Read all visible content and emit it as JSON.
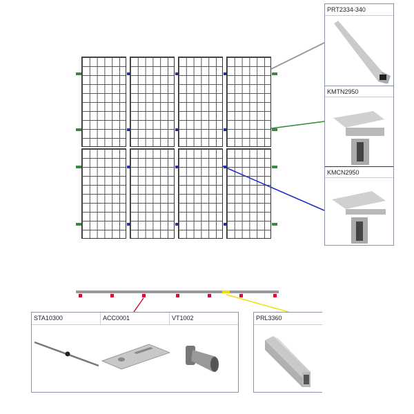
{
  "products_right": [
    {
      "code": "PRT2334-340",
      "icon": "rail-profile"
    },
    {
      "code": "KMTN2950",
      "icon": "end-clamp"
    },
    {
      "code": "KMCN2950",
      "icon": "middle-clamp"
    }
  ],
  "products_bottom": [
    {
      "code": "STA10300",
      "icon": "hanger-bolt"
    },
    {
      "code": "ACC0001",
      "icon": "adapter-plate"
    },
    {
      "code": "VT1002",
      "icon": "t-bolt"
    }
  ],
  "product_connector": {
    "code": "PRL3360",
    "icon": "square-tube"
  },
  "colors": {
    "rail_line": "#999999",
    "end_clamp": "#2e8b2e",
    "middle_clamp": "#1a2fbf",
    "fixing": "#d0103a",
    "connector": "#f0e000"
  }
}
